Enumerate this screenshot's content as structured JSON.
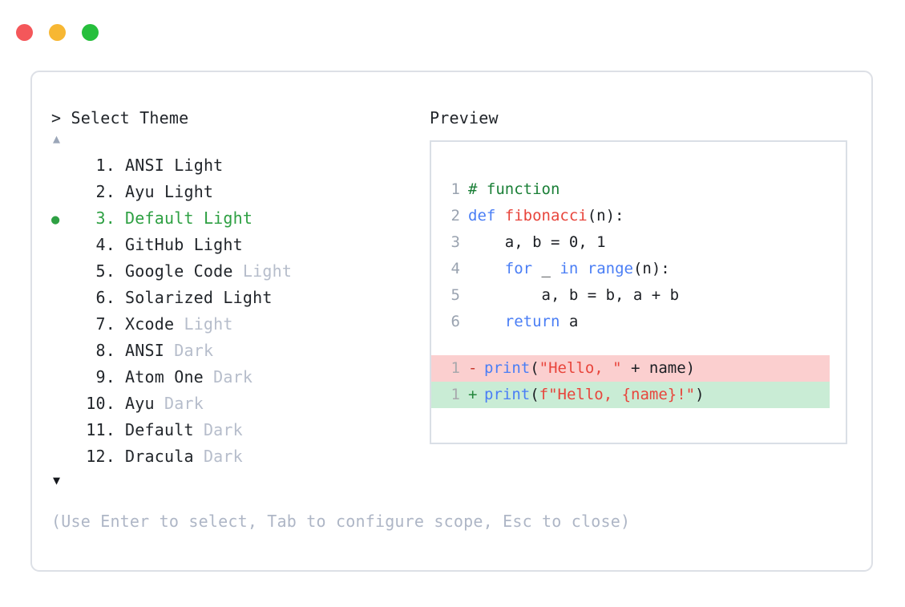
{
  "window": {
    "traffic_lights": [
      {
        "name": "close",
        "color": "#f4575a"
      },
      {
        "name": "minimize",
        "color": "#f7b733"
      },
      {
        "name": "maximize",
        "color": "#26bf3c"
      }
    ]
  },
  "list_pane": {
    "title": "> Select Theme",
    "scroll_up": "▲",
    "scroll_down": "▼",
    "selected_index": 3,
    "selected_color": "#2ea043",
    "bullet": "●",
    "items": [
      {
        "number": "1.",
        "name": "ANSI",
        "variant": "Light",
        "variant_dim": false,
        "selected": false
      },
      {
        "number": "2.",
        "name": "Ayu",
        "variant": "Light",
        "variant_dim": false,
        "selected": false
      },
      {
        "number": "3.",
        "name": "Default",
        "variant": "Light",
        "variant_dim": false,
        "selected": true
      },
      {
        "number": "4.",
        "name": "GitHub",
        "variant": "Light",
        "variant_dim": false,
        "selected": false
      },
      {
        "number": "5.",
        "name": "Google Code",
        "variant": "Light",
        "variant_dim": true,
        "selected": false
      },
      {
        "number": "6.",
        "name": "Solarized",
        "variant": "Light",
        "variant_dim": false,
        "selected": false
      },
      {
        "number": "7.",
        "name": "Xcode",
        "variant": "Light",
        "variant_dim": true,
        "selected": false
      },
      {
        "number": "8.",
        "name": "ANSI",
        "variant": "Dark",
        "variant_dim": true,
        "selected": false
      },
      {
        "number": "9.",
        "name": "Atom One",
        "variant": "Dark",
        "variant_dim": true,
        "selected": false
      },
      {
        "number": "10.",
        "name": "Ayu",
        "variant": "Dark",
        "variant_dim": true,
        "selected": false
      },
      {
        "number": "11.",
        "name": "Default",
        "variant": "Dark",
        "variant_dim": true,
        "selected": false
      },
      {
        "number": "12.",
        "name": "Dracula",
        "variant": "Dark",
        "variant_dim": true,
        "selected": false
      }
    ]
  },
  "preview_pane": {
    "title": "Preview",
    "code_lines": [
      {
        "number": "1",
        "tokens": [
          {
            "t": "# function",
            "c": "comment"
          }
        ]
      },
      {
        "number": "2",
        "tokens": [
          {
            "t": "def ",
            "c": "keyword"
          },
          {
            "t": "fibonacci",
            "c": "func"
          },
          {
            "t": "(n):",
            "c": "plain"
          }
        ]
      },
      {
        "number": "3",
        "tokens": [
          {
            "t": "    a, b = 0, 1",
            "c": "plain"
          }
        ]
      },
      {
        "number": "4",
        "tokens": [
          {
            "t": "    ",
            "c": "plain"
          },
          {
            "t": "for",
            "c": "keyword"
          },
          {
            "t": " _ ",
            "c": "plain"
          },
          {
            "t": "in",
            "c": "keyword"
          },
          {
            "t": " ",
            "c": "plain"
          },
          {
            "t": "range",
            "c": "builtin"
          },
          {
            "t": "(n):",
            "c": "plain"
          }
        ]
      },
      {
        "number": "5",
        "tokens": [
          {
            "t": "        a, b = b, a + b",
            "c": "plain"
          }
        ]
      },
      {
        "number": "6",
        "tokens": [
          {
            "t": "    ",
            "c": "plain"
          },
          {
            "t": "return",
            "c": "keyword"
          },
          {
            "t": " a",
            "c": "plain"
          }
        ]
      }
    ],
    "diff_lines": [
      {
        "number": "1",
        "kind": "removed",
        "marker": "-",
        "background": "#fbcfcf",
        "tokens": [
          {
            "t": "print",
            "c": "builtin"
          },
          {
            "t": "(",
            "c": "plain"
          },
          {
            "t": "\"Hello, \"",
            "c": "string"
          },
          {
            "t": " + name)",
            "c": "plain"
          }
        ]
      },
      {
        "number": "1",
        "kind": "added",
        "marker": "+",
        "background": "#c9ecd5",
        "tokens": [
          {
            "t": "print",
            "c": "builtin"
          },
          {
            "t": "(",
            "c": "plain"
          },
          {
            "t": "f\"Hello, {name}!\"",
            "c": "string"
          },
          {
            "t": ")",
            "c": "plain"
          }
        ]
      }
    ]
  },
  "footer": {
    "hint": "(Use Enter to select, Tab to configure scope, Esc to close)"
  }
}
